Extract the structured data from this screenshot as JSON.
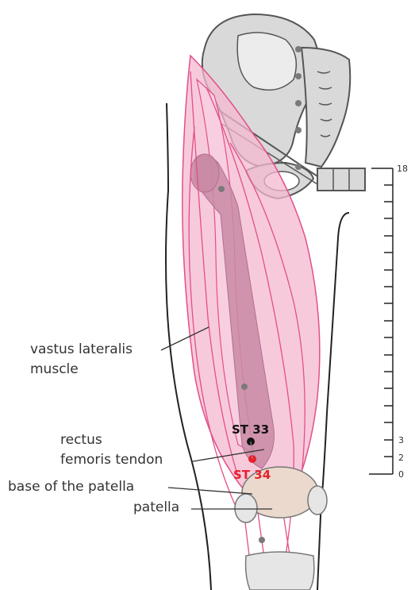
{
  "labels": {
    "vastus_lateralis_line1": "vastus lateralis",
    "vastus_lateralis_line2": "muscle",
    "rectus_line1": "rectus",
    "rectus_line2": "femoris tendon",
    "base_of_patella": "base of the patella",
    "patella": "patella"
  },
  "points": {
    "st33": {
      "label": "ST 33",
      "color": "#111111"
    },
    "st34": {
      "label": "ST 34",
      "color": "#e8202a"
    }
  },
  "ruler": {
    "tick_labels": {
      "top": "18",
      "three": "3",
      "two": "2",
      "zero": "0"
    }
  },
  "colors": {
    "muscle_pink": "#f4b8cf",
    "muscle_line": "#e34e8a",
    "femur": "#c98aa4",
    "bone_gray": "#d9d9d9",
    "outline": "#222222"
  }
}
